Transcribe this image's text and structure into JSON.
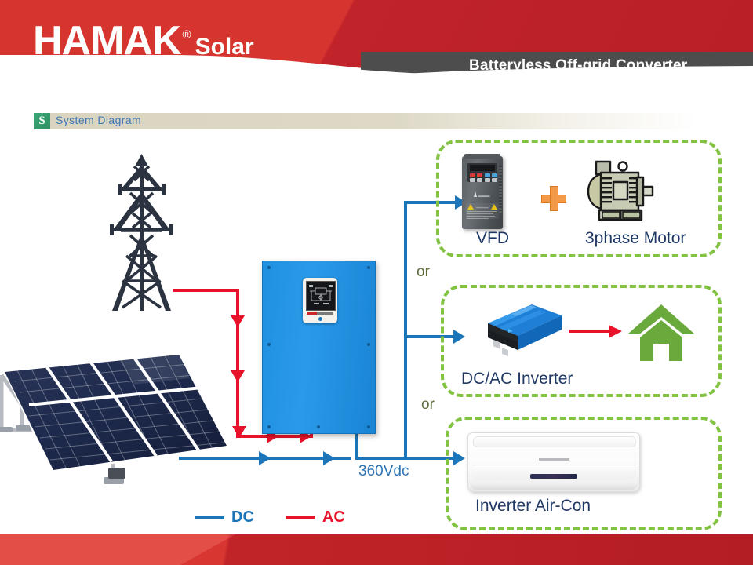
{
  "header": {
    "logo_main": "HAMAK",
    "logo_reg": "®",
    "logo_sub": "Solar",
    "title": "Batteryless Off-grid Converter",
    "brand_red": "#c9262a",
    "title_bar_color": "#4d4d4d"
  },
  "section": {
    "badge_letter": "S",
    "label": "System Diagram",
    "badge_color": "#2e8f63",
    "label_color": "#3d77b5"
  },
  "diagram": {
    "bus_voltage_label": "360Vdc",
    "or_label_top": "or",
    "or_label_bottom": "or",
    "dc_color": "#1b75b8",
    "ac_color": "#e8122a",
    "box_border_color": "#82c341",
    "label_color": "#1f3864",
    "sources": [
      {
        "name": "grid-tower",
        "icon": "transmission-tower-icon"
      },
      {
        "name": "solar-array",
        "icon": "solar-panel-icon"
      }
    ],
    "converter": {
      "name": "batteryless-off-grid-converter",
      "icon": "blue-cabinet-icon",
      "color": "#1f8fe0"
    },
    "outputs": [
      {
        "id": "vfd",
        "label": "VFD",
        "label2": "3phase Motor",
        "connector": "+",
        "icons": [
          "vfd-drive-icon",
          "plus-icon",
          "three-phase-motor-icon"
        ]
      },
      {
        "id": "inverter",
        "label": "DC/AC Inverter",
        "icons": [
          "dc-ac-inverter-icon",
          "house-icon"
        ]
      },
      {
        "id": "aircon",
        "label": "Inverter Air-Con",
        "icons": [
          "split-air-conditioner-icon"
        ]
      }
    ]
  },
  "legend": {
    "dc_label": "DC",
    "ac_label": "AC",
    "dc_color": "#1b75b8",
    "ac_color": "#e8122a"
  }
}
